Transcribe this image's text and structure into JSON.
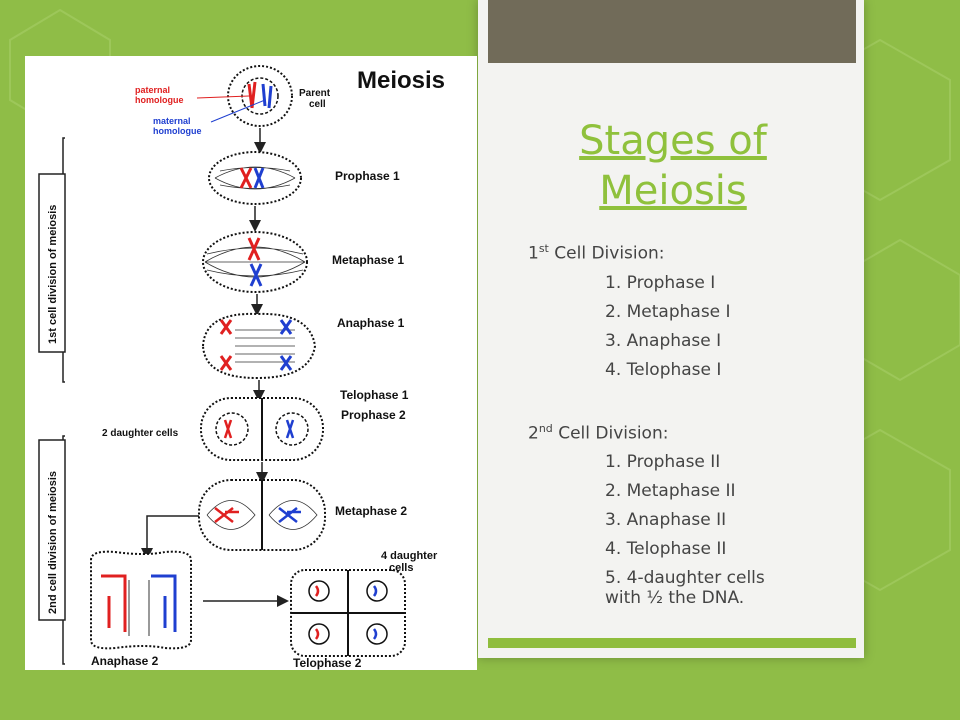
{
  "slide": {
    "title": "Stages of Meiosis",
    "first_heading_num": "1",
    "first_heading_sup": "st",
    "first_heading_rest": " Cell Division:",
    "first_items": [
      "1. Prophase  I",
      "2. Metaphase  I",
      "3. Anaphase   I",
      "4. Telophase  I"
    ],
    "second_heading_num": "2",
    "second_heading_sup": "nd",
    "second_heading_rest": " Cell Division:",
    "second_items": [
      "1. Prophase  II",
      "2. Metaphase  II",
      "3. Anaphase  II",
      "4. Telophase  II"
    ],
    "last_item_line1": "5. 4-daughter cells",
    "last_item_line2": "with ½ the DNA."
  },
  "figure": {
    "title": "Meiosis",
    "paternal_line1": "paternal",
    "paternal_line2": "homologue",
    "maternal_line1": "maternal",
    "maternal_line2": "homologue",
    "parent_line1": "Parent",
    "parent_line2": "cell",
    "prophase1": "Prophase 1",
    "metaphase1": "Metaphase 1",
    "anaphase1": "Anaphase 1",
    "telophase1": "Telophase 1",
    "prophase2": "Prophase 2",
    "two_daughter": "2 daughter cells",
    "metaphase2": "Metaphase 2",
    "four_daughter_line1": "4 daughter",
    "four_daughter_line2": "cells",
    "anaphase2": "Anaphase 2",
    "telophase2": "Telophase 2",
    "side_label_1": "1st cell division of meiosis",
    "side_label_2": "2nd cell division of meiosis"
  },
  "colors": {
    "background": "#8fbd47",
    "title": "#8fc13c",
    "topbar": "#716b59",
    "paternal": "#e02020",
    "maternal": "#1f3fd0"
  }
}
